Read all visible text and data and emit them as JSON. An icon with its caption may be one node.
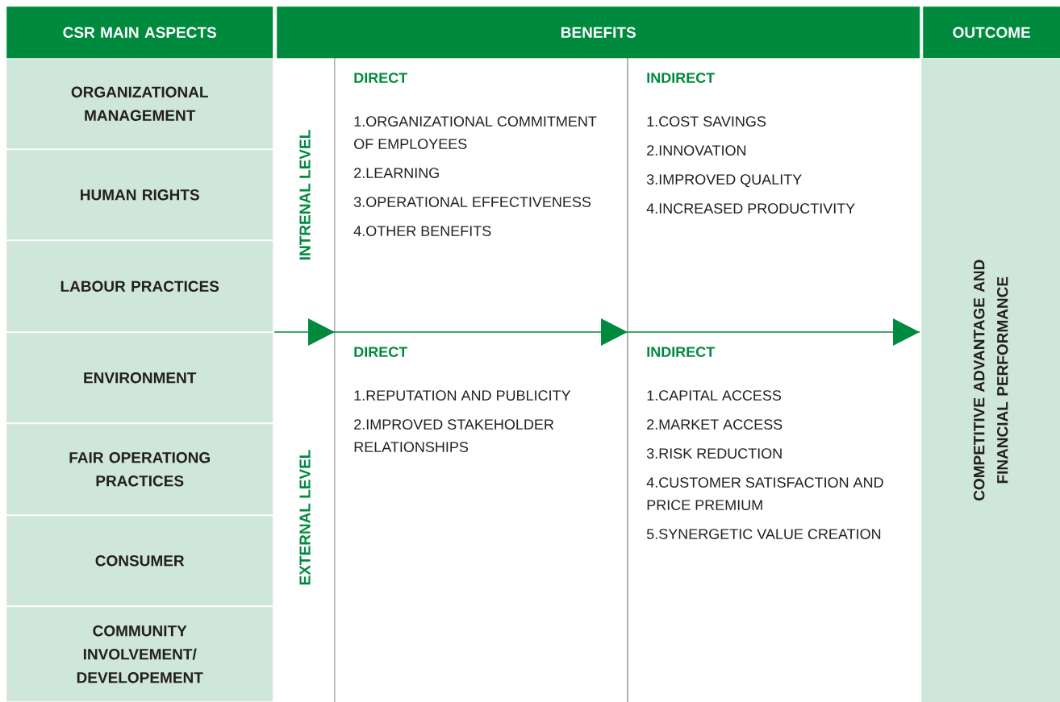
{
  "diagram": {
    "nodes": [
      {
        "text": [
          "CSR MAIN ASPECTS"
        ]
      },
      {
        "text": [
          "BENEFITS"
        ]
      },
      {
        "text": [
          "OUTCOME"
        ]
      },
      {
        "text": [
          "ORGANIZATIONAL MANAGEMENT"
        ]
      },
      {
        "text": [
          "HUMAN RIGHTS"
        ]
      },
      {
        "text": [
          "LABOUR PRACTICES"
        ]
      },
      {
        "text": [
          "ENVIRONMENT"
        ]
      },
      {
        "text": [
          "FAIR OPERATIONG PRACTICES"
        ]
      },
      {
        "text": [
          "CONSUMER"
        ]
      },
      {
        "text": [
          "COMMUNITY INVOLVEMENT/ DEVELOPEMENT"
        ]
      },
      {
        "text": [
          "DIRECT",
          "1.ORGANIZATIONAL COMMITMENT OF EMPLOYEES",
          "2.LEARNING",
          "3.OPERATIONAL EFFECTIVENESS",
          "4.OTHER BENEFITS"
        ]
      },
      {
        "text": [
          "INDIRECT",
          "1.COST SAVINGS",
          "2.INNOVATION",
          "3.IMPROVED QUALITY",
          "4.INCREASED PRODUCTIVITY"
        ]
      },
      {
        "text": [
          "DIRECT",
          "1.REPUTATION AND PUBLICITY",
          "2.IMPROVED STAKEHOLDER RELATIONSHIPS"
        ]
      },
      {
        "text": [
          "INDIRECT",
          "1.CAPITAL ACCESS",
          "2.MARKET ACCESS",
          "3.RISK REDUCTION",
          "4.CUSTOMER SATISFACTION AND PRICE PREMIUM",
          "5.SYNERGETIC VALUE CREATION"
        ]
      },
      {
        "text": [
          "COMPETITIVE ADVANTAGE AND FINANCIAL PERFORMANCE"
        ]
      }
    ],
    "labels": [
      "INTRENAL LEVEL",
      "EXTERNAL LEVEL"
    ]
  }
}
